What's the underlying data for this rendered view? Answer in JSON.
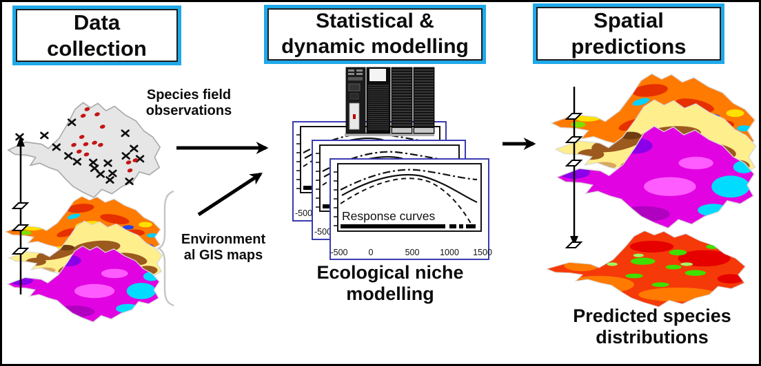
{
  "headers": {
    "data_collection": {
      "line1": "Data",
      "line2": "collection"
    },
    "statistical_modelling": {
      "line1": "Statistical &",
      "line2": "dynamic modelling"
    },
    "spatial_predictions": {
      "line1": "Spatial",
      "line2": "predictions"
    }
  },
  "annotations": {
    "species_observations": {
      "line1": "Species field",
      "line2": "observations"
    },
    "environmental_gis": {
      "line1": "Environment",
      "line2": "al GIS maps"
    },
    "ecological_niche": {
      "line1": "Ecological niche",
      "line2": "modelling"
    },
    "predicted_distributions": {
      "line1": "Predicted species",
      "line2": "distributions"
    }
  },
  "chart_data": {
    "type": "line",
    "title": "Response curves",
    "xlabel": "",
    "ylabel": "",
    "x_ticks": [
      "-500",
      "0",
      "500",
      "1000",
      "1500"
    ],
    "x_range": [
      -700,
      1600
    ],
    "stacked_frames": 3,
    "legend": "none",
    "grid": false,
    "series": [
      {
        "name": "response curve (dash-dot)",
        "style": "dash-dot",
        "x": [
          -600,
          -200,
          200,
          450,
          800,
          1200,
          1500
        ],
        "y": [
          0.55,
          0.78,
          0.88,
          0.9,
          0.84,
          0.76,
          0.73
        ]
      },
      {
        "name": "response curve (solid)",
        "style": "solid",
        "x": [
          -600,
          -200,
          200,
          450,
          800,
          1200,
          1500
        ],
        "y": [
          0.5,
          0.72,
          0.85,
          0.86,
          0.72,
          0.5,
          0.38
        ]
      },
      {
        "name": "response curve (dashed)",
        "style": "dashed",
        "x": [
          -600,
          -200,
          200,
          500,
          900,
          1300,
          1500
        ],
        "y": [
          0.38,
          0.65,
          0.82,
          0.78,
          0.55,
          0.12,
          0.02
        ]
      }
    ],
    "baseline_rug": true
  },
  "colors": {
    "header_border": "#1FA9E9",
    "chart_frame_border": "#3A3AB0",
    "presence_dot_red": "#C51414",
    "absence_mark_black": "#101010",
    "species_map_gray": "#E6E6E6",
    "arrow_black": "#000000",
    "brace_gray": "#C6C6C6"
  }
}
